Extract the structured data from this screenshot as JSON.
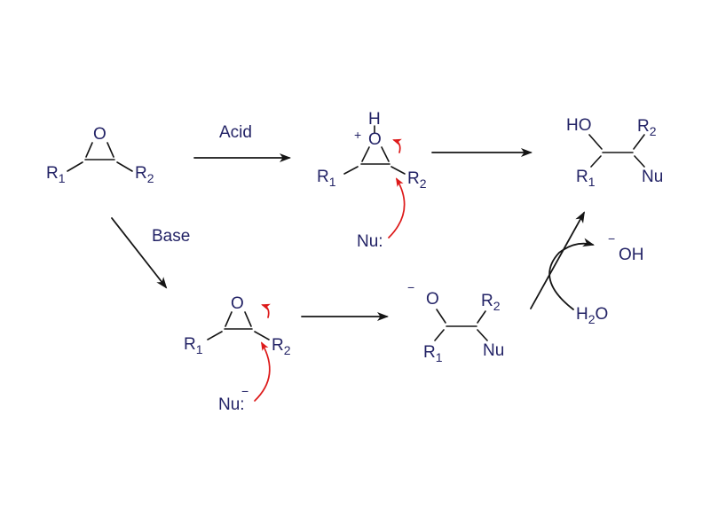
{
  "colors": {
    "background": "#ffffff",
    "text": "#232366",
    "bond": "#151515",
    "mechanism_arrow": "#dd1a1a"
  },
  "labels": {
    "acid": "Acid",
    "base": "Base"
  },
  "atoms": {
    "O": "O",
    "H": "H",
    "HO": "HO",
    "OH": "OH",
    "Nu": "Nu",
    "R": "R",
    "sub1": "1",
    "sub2": "2",
    "plus": "+",
    "minus": "−",
    "colon": ":"
  }
}
